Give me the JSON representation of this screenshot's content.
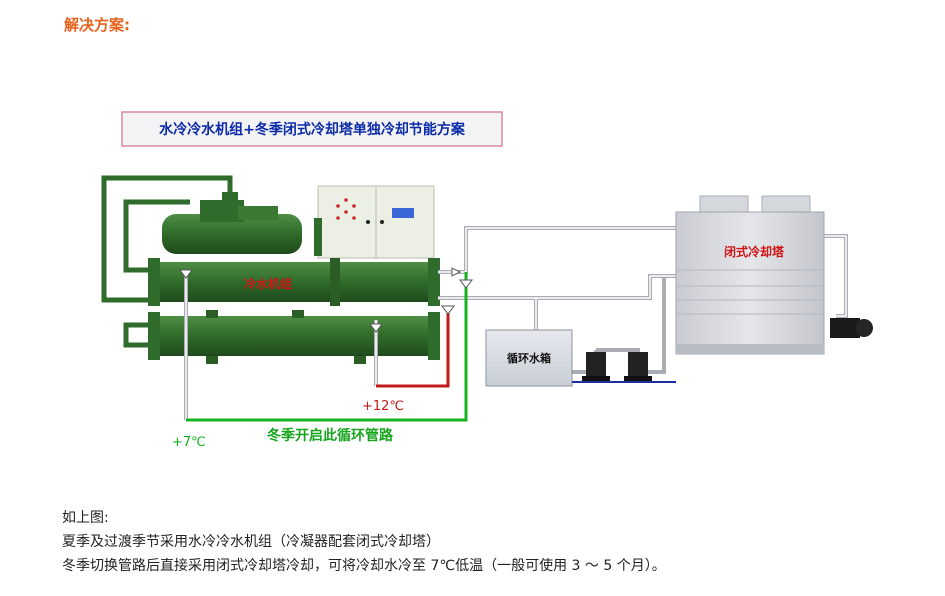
{
  "section_title": "解决方案:",
  "diagram": {
    "banner_title": "水冷冷水机组+冬季闭式冷却塔单独冷却节能方案",
    "chiller_label": "冷水机组",
    "tower_label": "闭式冷却塔",
    "tank_label": "循环水箱",
    "temp_return": "+12℃",
    "temp_supply": "+7℃",
    "winter_loop_label": "冬季开启此循环管路",
    "colors": {
      "machine_green": "#2f6b2a",
      "pipe_green": "#17b21f",
      "pipe_red": "#c21a1a",
      "pipe_gray": "#a9adb3",
      "tower_body": "#d8dadf",
      "label_red": "#d11313",
      "banner_text": "#0a2aa8"
    }
  },
  "description": {
    "line1": "如上图:",
    "line2": "夏季及过渡季节采用水冷冷水机组（冷凝器配套闭式冷却塔）",
    "line3": "冬季切换管路后直接采用闭式冷却塔冷却，可将冷却水冷至 7℃低温（一般可使用 3 ～ 5 个月）。"
  }
}
